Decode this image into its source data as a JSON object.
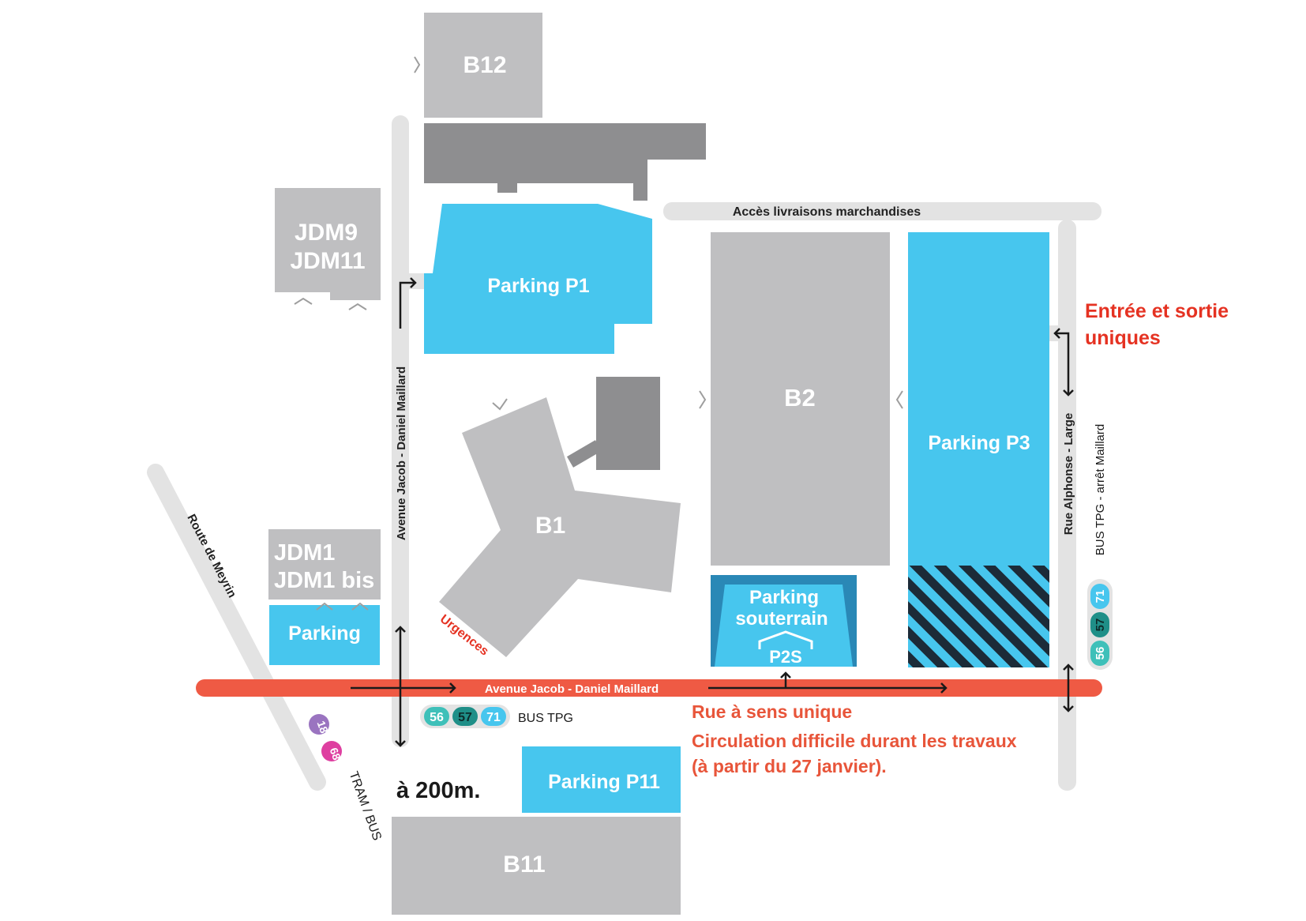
{
  "buildings": {
    "b12": "B12",
    "jdm9": "JDM9",
    "jdm11": "JDM11",
    "b2": "B2",
    "b1": "B1",
    "jdm1": "JDM1",
    "jdm1bis": "JDM1 bis",
    "b11": "B11"
  },
  "parkings": {
    "p1": "Parking P1",
    "p3": "Parking P3",
    "parking": "Parking",
    "souterrain_line1": "Parking",
    "souterrain_line2": "souterrain",
    "p2s": "P2S",
    "p11": "Parking P11"
  },
  "roads": {
    "livraisons": "Accès livraisons marchandises",
    "jacob_vertical": "Avenue Jacob - Daniel Maillard",
    "jacob_horizontal": "Avenue Jacob - Daniel Maillard",
    "alphonse": "Rue Alphonse - Large",
    "meyrin": "Route de Meyrin"
  },
  "labels": {
    "urgences": "Urgences",
    "entree_line1": "Entrée et sortie",
    "entree_line2": "uniques",
    "sens_unique": "Rue à sens unique",
    "circulation_line1": "Circulation difficile durant les travaux",
    "circulation_line2": "(à partir du 27 janvier).",
    "distance": "à 200m.",
    "bus_tpg": "BUS TPG",
    "bus_tpg_maillard": "BUS TPG - arrêt Maillard",
    "tram_bus": "TRAM / BUS"
  },
  "bus_lines": {
    "main": [
      "56",
      "57",
      "71"
    ],
    "maillard": [
      "56",
      "57",
      "71"
    ],
    "tram": [
      "18",
      "68"
    ]
  },
  "colors": {
    "parking_blue": "#47c6ee",
    "building_gray": "#bfbfc1",
    "dark_gray": "#8e8e90",
    "road_gray": "#e3e3e3",
    "red_road": "#ef5a44",
    "bus_teal": "#3ec0b9",
    "bus_dark_teal": "#1f8f88",
    "bus_light_blue": "#47c6ee",
    "tram_purple": "#9a74c0",
    "tram_pink": "#de3fa0"
  }
}
